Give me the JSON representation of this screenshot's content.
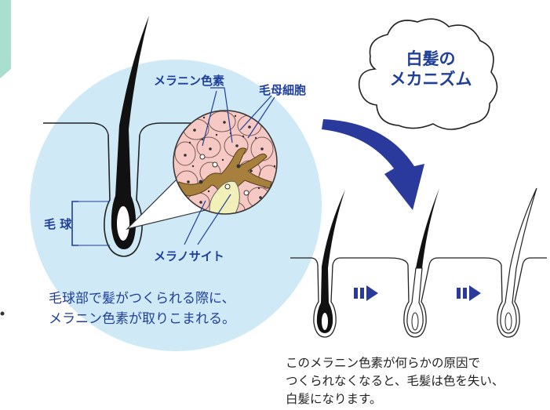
{
  "cloud": {
    "line1": "白髪の",
    "line2": "メカニズム"
  },
  "labels": {
    "melanin_pigment": "メラニン色素",
    "hair_matrix_cell": "毛母細胞",
    "hair_bulb": "毛 球",
    "melanocyte": "メラノサイト"
  },
  "caption": {
    "line1": "毛球部で髪がつくられる際に、",
    "line2": "メラニン色素が取りこまれる。"
  },
  "bottom_text": {
    "line1": "このメラニン色素が何らかの原因で",
    "line2": "つくられなくなると、毛髪は色を失い、",
    "line3": "白髪になります。"
  },
  "colors": {
    "blue_text": "#1f3f98",
    "light_blue_circle": "#cfeaf6",
    "arrow_blue": "#2a3a9c",
    "cell_pink": "#f7c9c4",
    "melanocyte_brown": "#a8803e",
    "hair_black": "#111111",
    "teal_strip": "#a9dfcf"
  },
  "icons": [
    "curved-arrow-icon",
    "next-arrow-icon",
    "next-arrow-icon"
  ]
}
